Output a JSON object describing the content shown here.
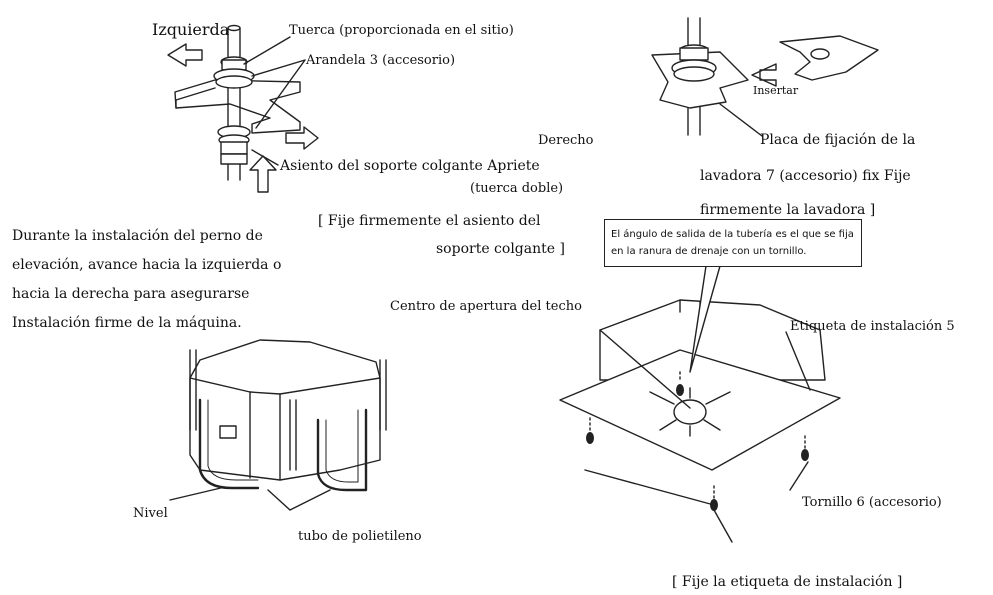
{
  "labels": {
    "izquierda": "Izquierda",
    "tuerca": "Tuerca (proporcionada en el sitio)",
    "arandela": "Arandela 3 (accesorio)",
    "derecho": "Derecho",
    "asiento": "Asiento del soporte colgante Apriete",
    "tuerca_doble": "(tuerca doble)",
    "fije_asiento_1": "[ Fije firmemente el asiento del",
    "fije_asiento_2": "soporte colgante ]",
    "insertar": "Insertar",
    "placa_1": "Placa de fijación de la",
    "placa_2": "lavadora 7 (accesorio) fix Fije",
    "placa_3": "firmemente la lavadora ]",
    "callout_1": "El ángulo de salida de la tubería es el que se fija",
    "callout_2": "en la ranura de drenaje con un tornillo.",
    "centro": "Centro de apertura del techo",
    "etiqueta": "Etiqueta de instalación 5",
    "nivel": "Nivel",
    "tubo": "tubo de polietileno",
    "tornillo": "Tornillo 6 (accesorio)",
    "fije_etiqueta": "[ Fije la etiqueta de instalación ]"
  },
  "paragraph": [
    "Durante la instalación del perno de",
    "elevación, avance hacia la izquierda o",
    "hacia la derecha para asegurarse",
    "Instalación firme de la máquina."
  ]
}
